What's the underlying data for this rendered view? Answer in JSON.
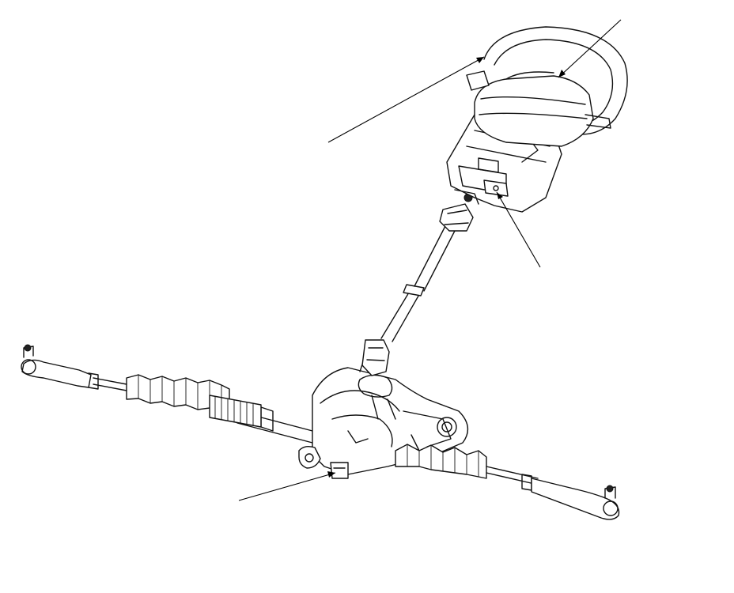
{
  "diagram": {
    "parts": [
      {
        "name": "steering-wheel"
      },
      {
        "name": "steering-column"
      },
      {
        "name": "intermediate-shaft"
      },
      {
        "name": "steering-gearbox"
      },
      {
        "name": "tie-rod-left"
      },
      {
        "name": "tie-rod-right"
      }
    ],
    "callouts": [
      {
        "name": "callout-steering-wheel-rim"
      },
      {
        "name": "callout-steering-wheel-spoke"
      },
      {
        "name": "callout-column-bracket"
      },
      {
        "name": "callout-gearbox-mount"
      }
    ],
    "colors": {
      "ink": "#111111",
      "background": "#ffffff"
    }
  }
}
